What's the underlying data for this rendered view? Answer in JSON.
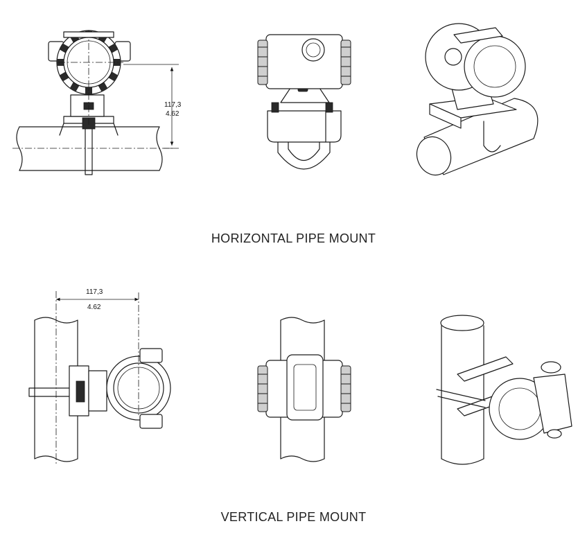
{
  "sections": {
    "horizontal": {
      "caption": "HORIZONTAL PIPE MOUNT",
      "dimension": {
        "metric": "117,3",
        "imperial": "4.62"
      }
    },
    "vertical": {
      "caption": "VERTICAL PIPE MOUNT",
      "dimension": {
        "metric": "117,3",
        "imperial": "4.62"
      }
    }
  }
}
